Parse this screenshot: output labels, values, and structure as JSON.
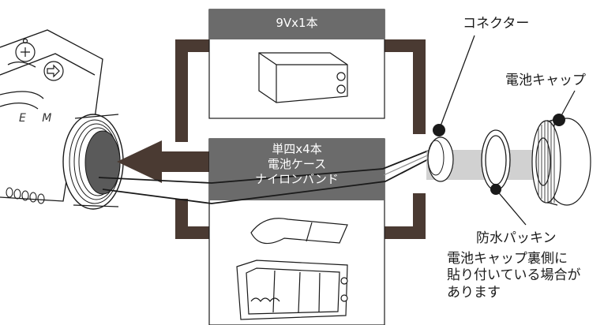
{
  "boxes": {
    "top_header": "9Vx1本",
    "bottom_header_lines": [
      "単四x4本",
      "電池ケース",
      "ナイロンバンド"
    ]
  },
  "callouts": {
    "connector": "コネクター",
    "battery_cap": "電池キャップ",
    "waterproof_packing": "防水パッキン",
    "note_lines": [
      "電池キャップ裏側に",
      "貼り付いている場合が",
      "あります"
    ]
  },
  "device_marks": {
    "letters": "E M"
  },
  "colors": {
    "frame_brown": "#4a3a32",
    "arrow_brown": "#4a3a32",
    "header_gray": "#6b6b6b",
    "line_black": "#1a1a1a",
    "cap_band_gray": "#bdbdbd"
  },
  "icons": {
    "plus_button": "plus-icon",
    "arrow_button": "right-arrow-icon"
  }
}
